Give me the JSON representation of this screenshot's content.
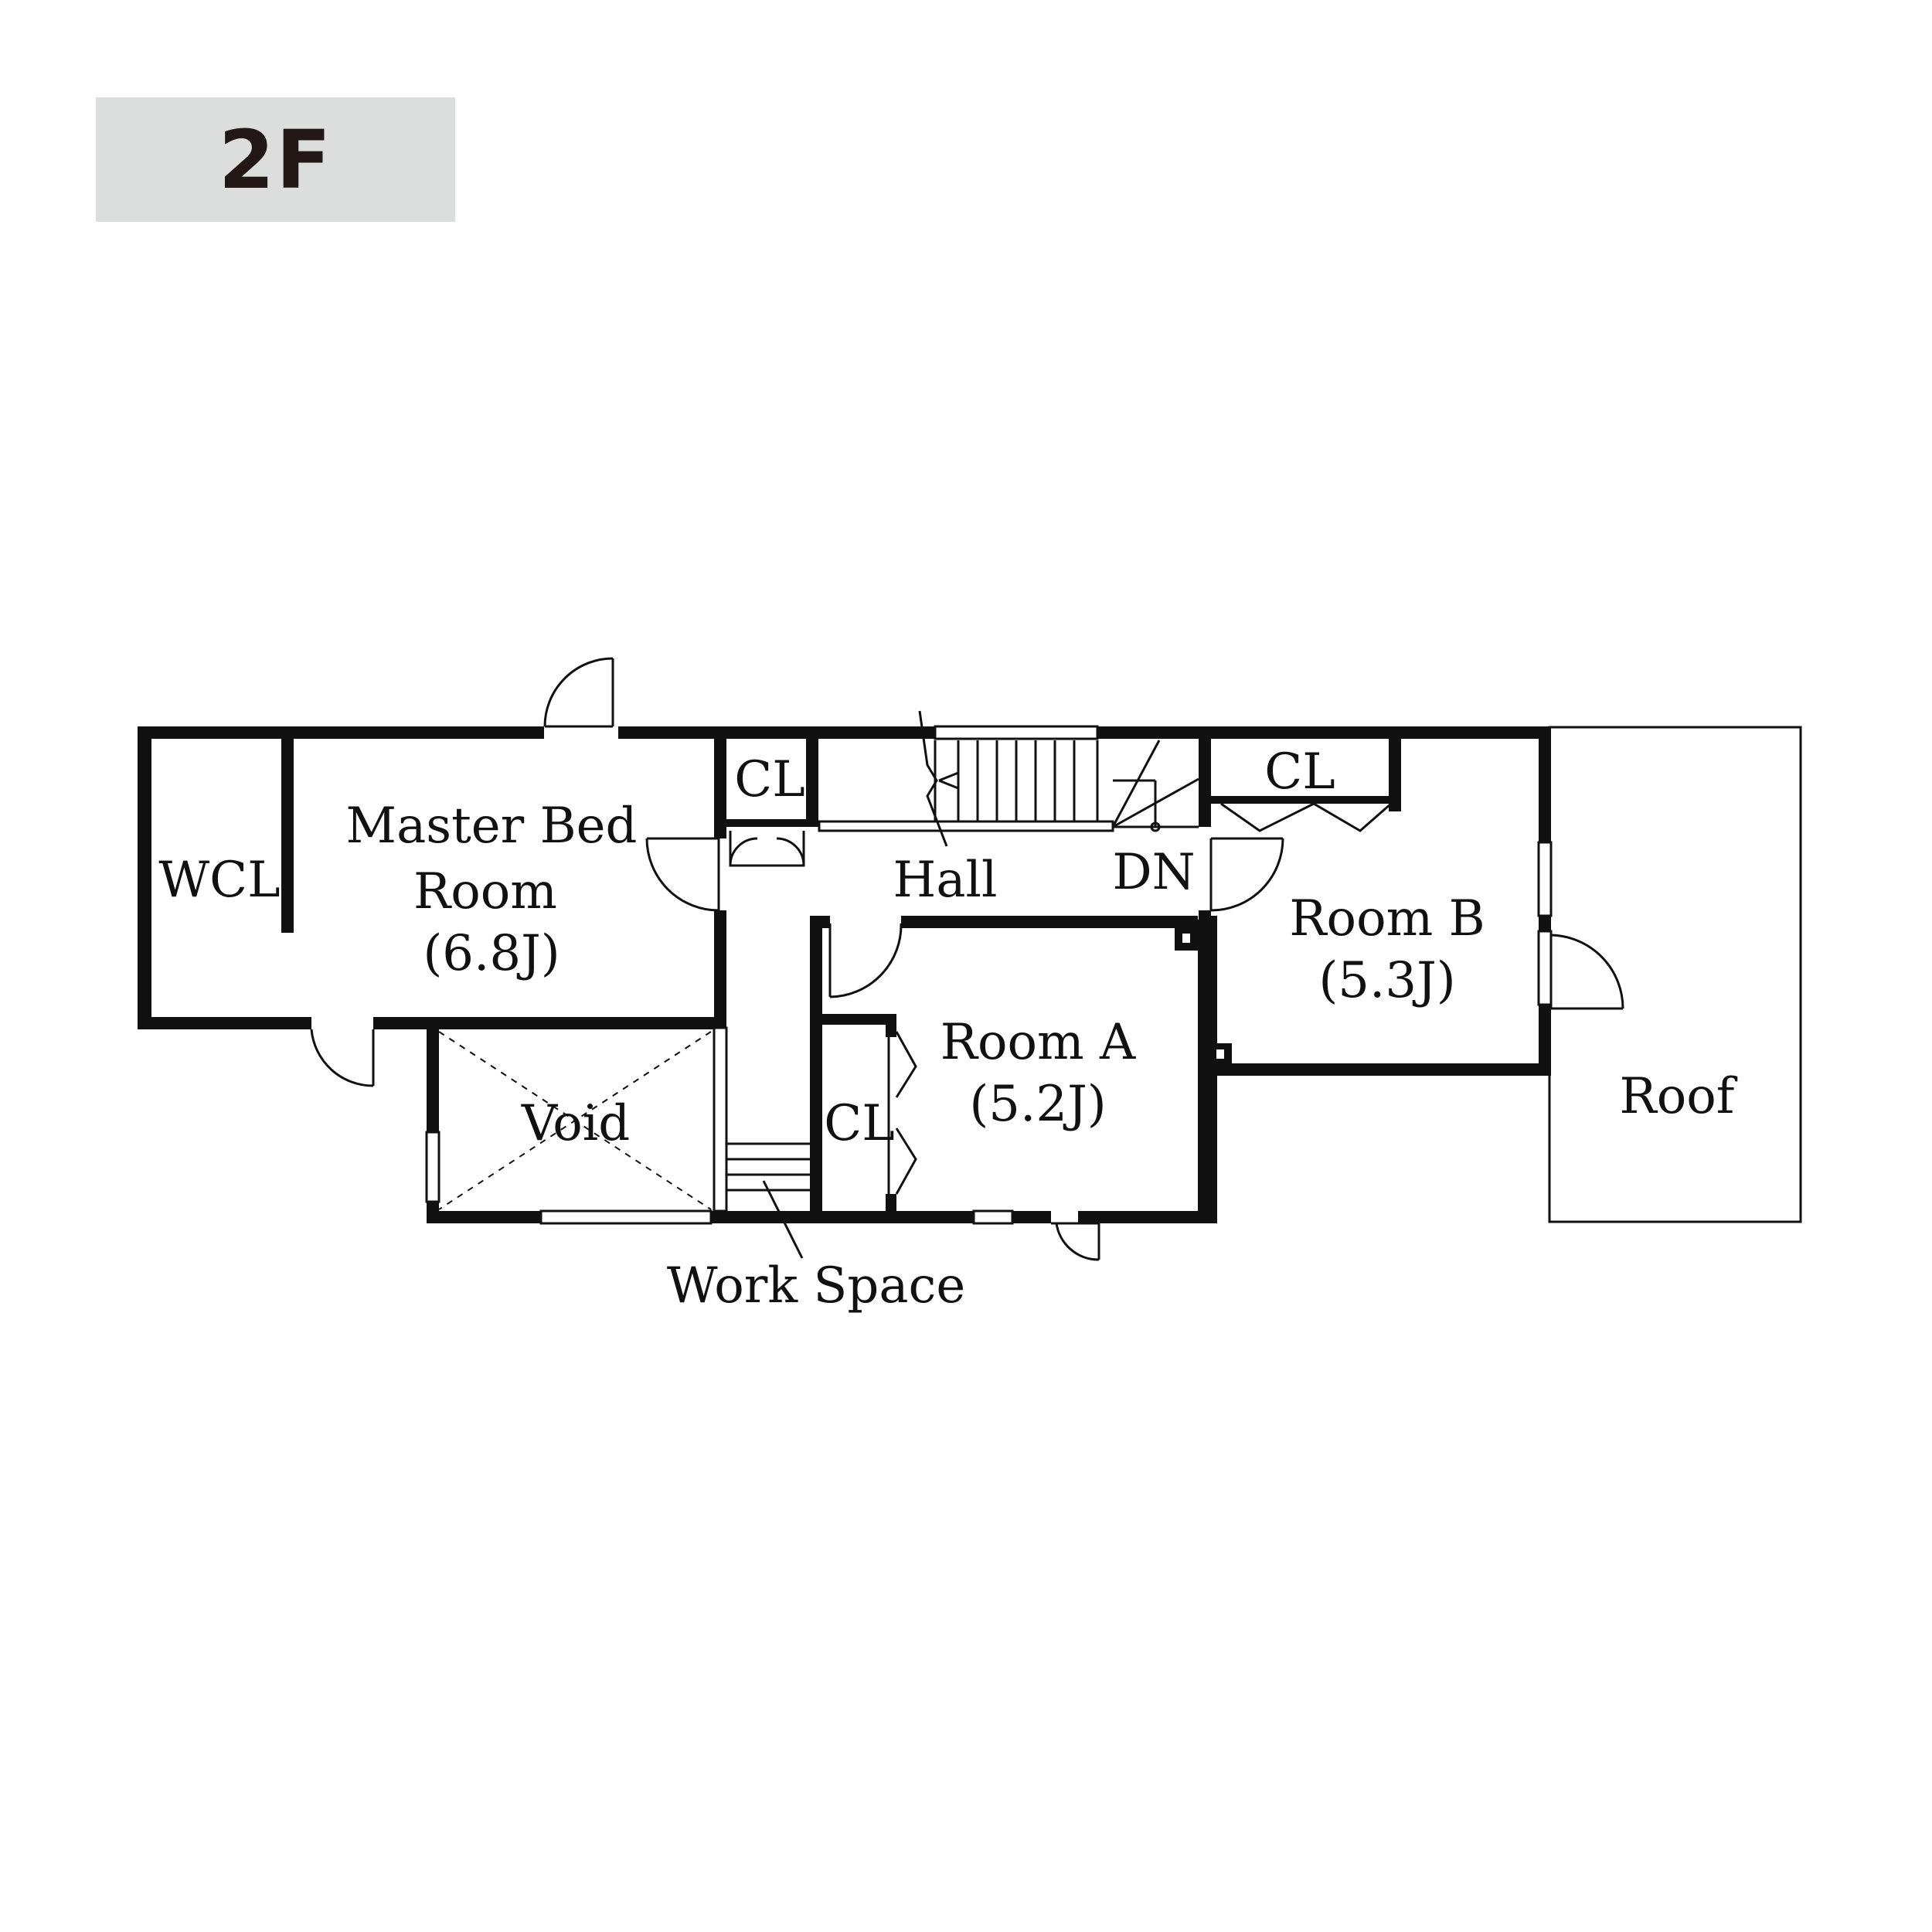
{
  "floor_label": "2F",
  "colors": {
    "wall": "#111111",
    "badge_bg": "#dcdddd",
    "badge_text": "#231815"
  },
  "rooms": {
    "wcl": "WCL",
    "master_bed": {
      "line1": "Master Bed",
      "line2": "Room",
      "size": "(6.8J)"
    },
    "cl_upper_left": "CL",
    "hall": "Hall",
    "dn": "DN",
    "cl_upper_right": "CL",
    "room_b": {
      "name": "Room B",
      "size": "(5.3J)"
    },
    "room_a": {
      "name": "Room A",
      "size": "(5.2J)"
    },
    "cl_room_a": "CL",
    "void": "Void",
    "work_space": "Work Space",
    "roof": "Roof"
  }
}
